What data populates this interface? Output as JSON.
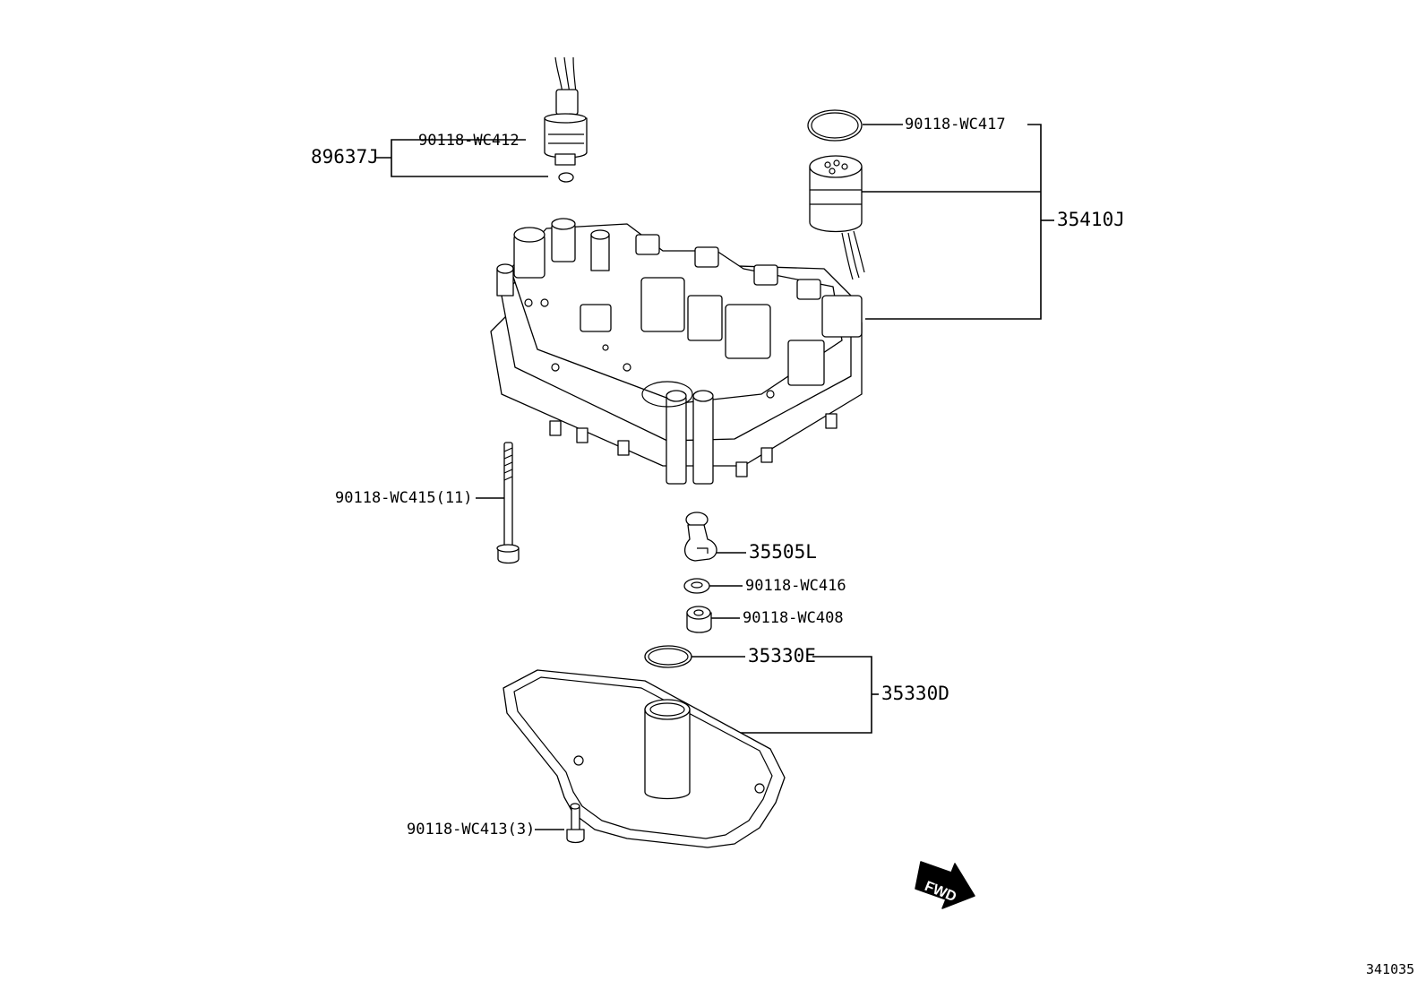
{
  "diagram_id": "341035",
  "fwd_label": "FWD",
  "parts": {
    "p89637j": "89637J",
    "p90118_wc412": "90118-WC412",
    "p90118_wc417": "90118-WC417",
    "p35410j": "35410J",
    "p90118_wc415": "90118-WC415(11)",
    "p35505l": "35505L",
    "p90118_wc416": "90118-WC416",
    "p90118_wc408": "90118-WC408",
    "p35330e": "35330E",
    "p35330d": "35330D",
    "p90118_wc413": "90118-WC413(3)"
  }
}
